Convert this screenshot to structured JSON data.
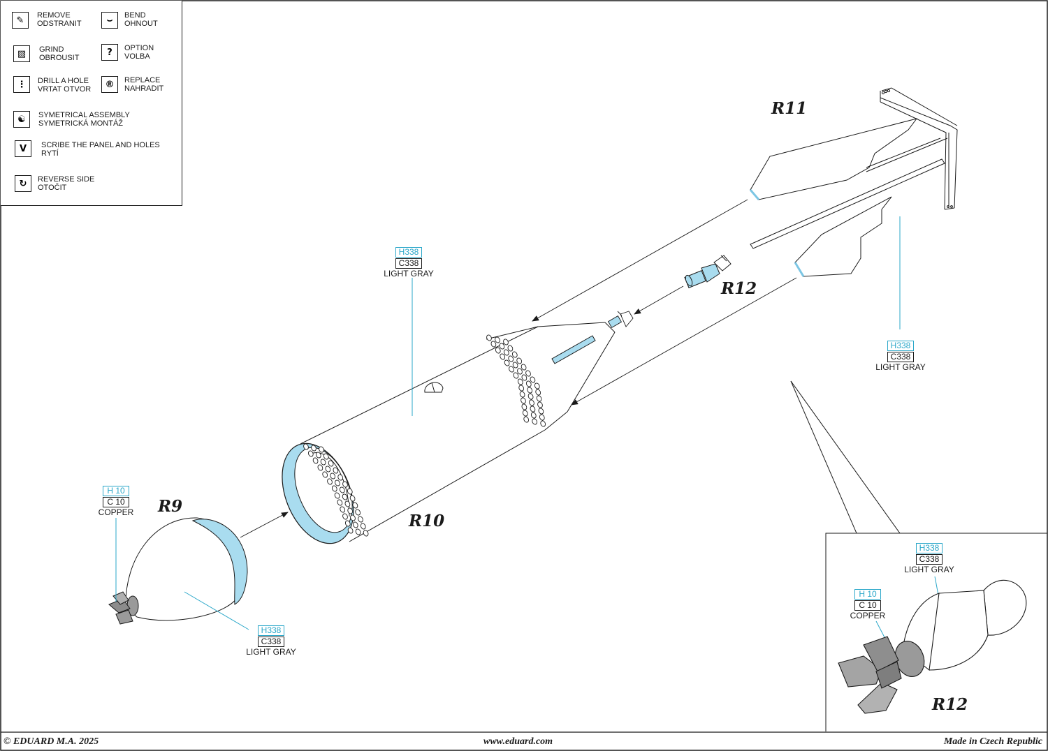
{
  "legend": {
    "items": [
      {
        "icon": "knife-icon",
        "glyph": "✎",
        "line1": "REMOVE",
        "line2": "ODSTRANIT"
      },
      {
        "icon": "bend-icon",
        "glyph": "⌣",
        "line1": "BEND",
        "line2": "OHNOUT"
      },
      {
        "icon": "grind-icon",
        "glyph": "▨",
        "line1": "GRIND",
        "line2": "OBROUSIT"
      },
      {
        "icon": "option-icon",
        "glyph": "?",
        "line1": "OPTION",
        "line2": "VOLBA"
      },
      {
        "icon": "drill-icon",
        "glyph": "⋮",
        "line1": "DRILL  A HOLE",
        "line2": "VRTAT OTVOR"
      },
      {
        "icon": "replace-icon",
        "glyph": "®",
        "line1": "REPLACE",
        "line2": "NAHRADIT"
      },
      {
        "icon": "symmetry-icon",
        "glyph": "☯",
        "line1": "SYMETRICAL ASSEMBLY",
        "line2": "SYMETRICKÁ MONTÁŽ"
      },
      {
        "icon": "scribe-icon",
        "glyph": "V",
        "line1": "SCRIBE THE PANEL AND HOLES",
        "line2": "RYTÍ"
      },
      {
        "icon": "reverse-icon",
        "glyph": "↻",
        "line1": "REVERSE SIDE",
        "line2": "OTOČIT"
      }
    ]
  },
  "parts": {
    "r9": "R9",
    "r10": "R10",
    "r11": "R11",
    "r12_main": "R12",
    "r12_detail": "R12"
  },
  "paint_labels": {
    "body_top": {
      "h": "H338",
      "c": "C338",
      "name": "LIGHT GRAY"
    },
    "fins_right": {
      "h": "H338",
      "c": "C338",
      "name": "LIGHT GRAY"
    },
    "r9_tip": {
      "h": "H 10",
      "c": "C 10",
      "name": "COPPER"
    },
    "r9_cone": {
      "h": "H338",
      "c": "C338",
      "name": "LIGHT GRAY"
    },
    "detail_cone": {
      "h": "H338",
      "c": "C338",
      "name": "LIGHT GRAY"
    },
    "detail_tip": {
      "h": "H 10",
      "c": "C 10",
      "name": "COPPER"
    }
  },
  "footer": {
    "copyright": "© EDUARD  M.A. 2025",
    "website": "www.eduard.com",
    "origin": "Made in Czech Republic"
  },
  "colors": {
    "line": "#1a1a1a",
    "highlight_blue": "#a9dcef",
    "callout_blue": "#2aa7c9",
    "copper_gray": "#9a9a9a"
  }
}
